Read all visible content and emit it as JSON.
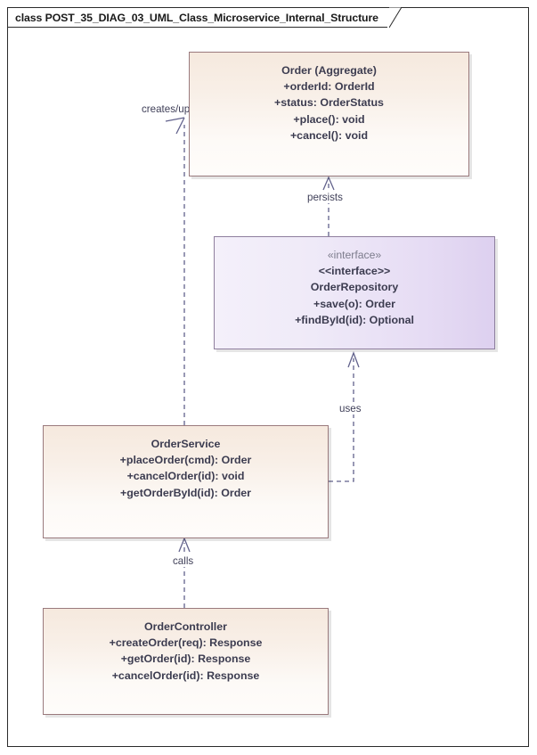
{
  "diagram": {
    "frame_title": "class POST_35_DIAG_03_UML_Class_Microservice_Internal_Structure",
    "colors": {
      "class_fill_top": "#f6e9de",
      "class_fill_bottom": "#fefcfa",
      "class_border": "#9a7a7d",
      "interface_fill_left": "#f4f0fa",
      "interface_fill_right": "#ddd0ef",
      "interface_border": "#8f7f9e",
      "connector": "#62628c",
      "frame_border": "#2b2b2b",
      "text": "#3c3c50"
    },
    "classes": [
      {
        "id": "order",
        "name": "Order (Aggregate)",
        "stereotype_light": "",
        "stereotype_bold": "",
        "members": [
          "+orderId: OrderId",
          "+status: OrderStatus",
          "+place(): void",
          "+cancel(): void"
        ]
      },
      {
        "id": "order-repository",
        "name": "OrderRepository",
        "stereotype_light": "«interface»",
        "stereotype_bold": "<<interface>>",
        "members": [
          "+save(o): Order",
          "+findById(id): Optional"
        ]
      },
      {
        "id": "order-service",
        "name": "OrderService",
        "stereotype_light": "",
        "stereotype_bold": "",
        "members": [
          "+placeOrder(cmd): Order",
          "+cancelOrder(id): void",
          "+getOrderById(id): Order"
        ]
      },
      {
        "id": "order-controller",
        "name": "OrderController",
        "stereotype_light": "",
        "stereotype_bold": "",
        "members": [
          "+createOrder(req): Response",
          "+getOrder(id): Response",
          "+cancelOrder(id): Response"
        ]
      }
    ],
    "relationships": [
      {
        "id": "creates-updates",
        "label": "creates/updates",
        "from": "order-service",
        "to": "order",
        "style": "dashed-open-arrow"
      },
      {
        "id": "persists",
        "label": "persists",
        "from": "order-repository",
        "to": "order",
        "style": "dashed-open-arrow"
      },
      {
        "id": "uses",
        "label": "uses",
        "from": "order-service",
        "to": "order-repository",
        "style": "dashed-open-arrow"
      },
      {
        "id": "calls",
        "label": "calls",
        "from": "order-controller",
        "to": "order-service",
        "style": "dashed-open-arrow"
      }
    ]
  }
}
